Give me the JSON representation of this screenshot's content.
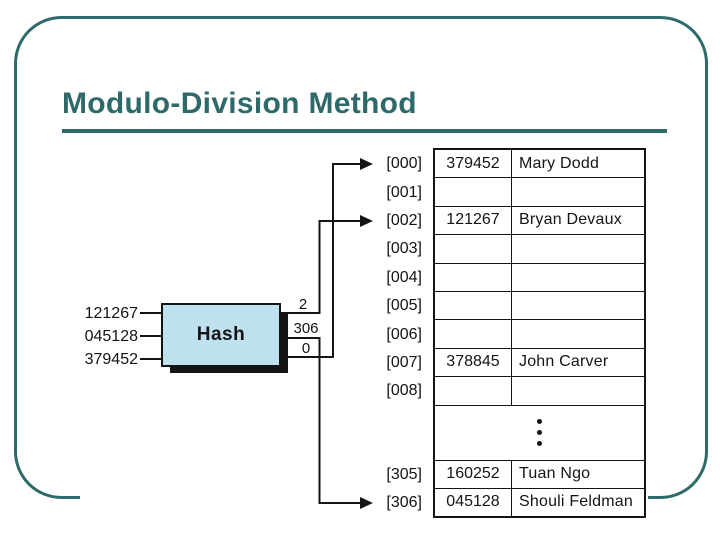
{
  "slide": {
    "title": "Modulo-Division Method"
  },
  "hash_unit": {
    "label": "Hash",
    "inputs": [
      "121267",
      "045128",
      "379452"
    ],
    "outputs": [
      "2",
      "306",
      "0"
    ]
  },
  "table": {
    "rows": [
      {
        "address": "[000]",
        "key": "379452",
        "name": "Mary Dodd"
      },
      {
        "address": "[001]",
        "key": "",
        "name": ""
      },
      {
        "address": "[002]",
        "key": "121267",
        "name": "Bryan Devaux"
      },
      {
        "address": "[003]",
        "key": "",
        "name": ""
      },
      {
        "address": "[004]",
        "key": "",
        "name": ""
      },
      {
        "address": "[005]",
        "key": "",
        "name": ""
      },
      {
        "address": "[006]",
        "key": "",
        "name": ""
      },
      {
        "address": "[007]",
        "key": "378845",
        "name": "John Carver"
      },
      {
        "address": "[008]",
        "key": "",
        "name": ""
      },
      {
        "address": "[305]",
        "key": "160252",
        "name": "Tuan Ngo"
      },
      {
        "address": "[306]",
        "key": "045128",
        "name": "Shouli Feldman"
      }
    ]
  },
  "colors": {
    "accent_teal": "#2f6a6a",
    "hash_box_fill": "#bee0ef"
  }
}
